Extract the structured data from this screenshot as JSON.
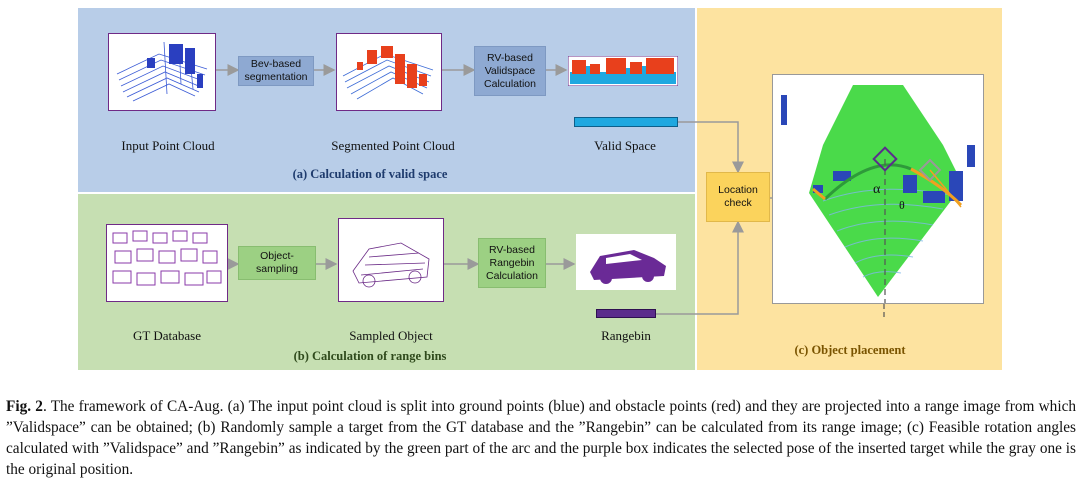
{
  "panels": {
    "a": {
      "title": "(a) Calculation of valid space",
      "captions": [
        "Input Point Cloud",
        "Segmented Point Cloud",
        "Valid Space"
      ],
      "process": [
        [
          "Bev-based",
          "segmentation"
        ],
        [
          "RV-based",
          "Validspace",
          "Calculation"
        ]
      ]
    },
    "b": {
      "title": "(b) Calculation of range bins",
      "captions": [
        "GT Database",
        "Sampled Object",
        "Rangebin"
      ],
      "process": [
        [
          "Object-",
          "sampling"
        ],
        [
          "RV-based",
          "Rangebin",
          "Calculation"
        ]
      ]
    },
    "c": {
      "title": "(c) Object placement",
      "location_check": [
        "Location",
        "check"
      ],
      "alpha_label": "α",
      "theta_label": "θ"
    }
  },
  "colors": {
    "panel_a": "#b8cde8",
    "panel_b": "#c6dfb2",
    "panel_c": "#fde3a0",
    "ground_points": "#1fa8e0",
    "obstacle_points": "#e8401c",
    "rangebin_bar": "#5b2d8c",
    "arc_feasible": "#2e9a3a",
    "arc_infeasible": "#f0a020"
  },
  "figure_caption": {
    "label": "Fig. 2",
    "text": ". The framework of CA-Aug. (a) The input point cloud is split into ground points (blue) and obstacle points (red) and they are projected into a range image from which ”Validspace” can be obtained; (b) Randomly sample a target from the GT database and the ”Rangebin” can be calculated from its range image; (c) Feasible rotation angles calculated with ”Validspace” and ”Rangebin” as indicated by the green part of the arc and the purple box indicates the selected pose of the inserted target while the gray one is the original position."
  }
}
